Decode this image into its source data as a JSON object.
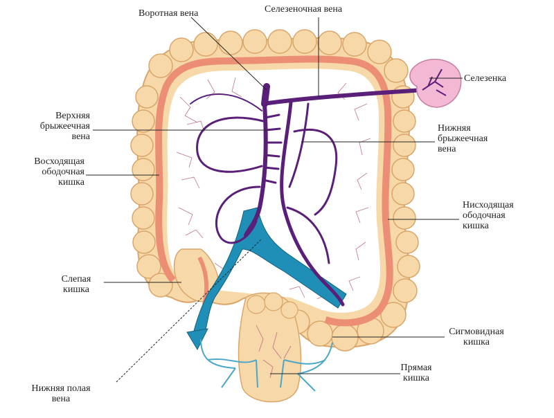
{
  "labels": {
    "portal_vein": [
      "Воротная вена"
    ],
    "splenic_vein": [
      "Селезеночная вена"
    ],
    "spleen": [
      "Селезенка"
    ],
    "sup_mesenteric_vein": [
      "Верхняя",
      "брыжеечная",
      "вена"
    ],
    "inf_mesenteric_vein": [
      "Нижняя",
      "брыжеечная",
      "вена"
    ],
    "ascending_colon": [
      "Восходящая",
      "ободочная",
      "кишка"
    ],
    "descending_colon": [
      "Нисходящая",
      "ободочная",
      "кишка"
    ],
    "cecum": [
      "Слепая",
      "кишка"
    ],
    "sigmoid_colon": [
      "Сигмовидная",
      "кишка"
    ],
    "rectum": [
      "Прямая",
      "кишка"
    ],
    "inferior_vena_cava": [
      "Нижняя полая",
      "вена"
    ]
  },
  "colors": {
    "colon": "#f7d8a8",
    "colon_outline": "#d9a56a",
    "mucosa": "#ec8e76",
    "veins": "#5a1f78",
    "vena_cava": "#1f8fb8",
    "spleen": "#f2b8d4",
    "capillaries": "#b35a78"
  }
}
